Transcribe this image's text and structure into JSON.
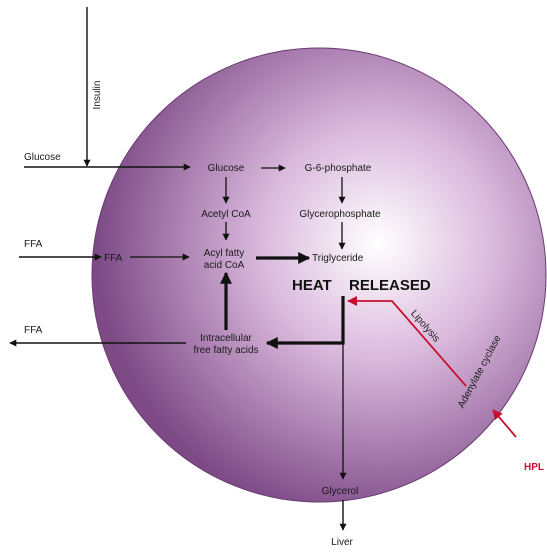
{
  "labels": {
    "insulin": "Insulin",
    "glucose_outside": "Glucose",
    "ffa_in_left": "FFA",
    "ffa_in_inner": "FFA",
    "ffa_out": "FFA",
    "glucose_inner": "Glucose",
    "g6p": "G-6-phosphate",
    "acetyl_coa": "Acetyl CoA",
    "glycerophosphate": "Glycerophosphate",
    "acyl_line1": "Acyl fatty",
    "acyl_line2": "acid CoA",
    "triglyceride": "Triglyceride",
    "heat": "HEAT",
    "released": "RELEASED",
    "intracellular_line1": "Intracellular",
    "intracellular_line2": "free fatty acids",
    "lipolysis": "Lipolysis",
    "adenylate_cyclase": "Adenylate cyclase",
    "hpl": "HPL",
    "glycerol": "Glycerol",
    "liver": "Liver"
  },
  "colors": {
    "cell_center": "#ffffff",
    "cell_mid": "#d9b8dc",
    "cell_edge": "#7d4a86",
    "cell_stroke": "#6a3a72",
    "arrow": "#111111",
    "hpl_red": "#c8102e"
  }
}
